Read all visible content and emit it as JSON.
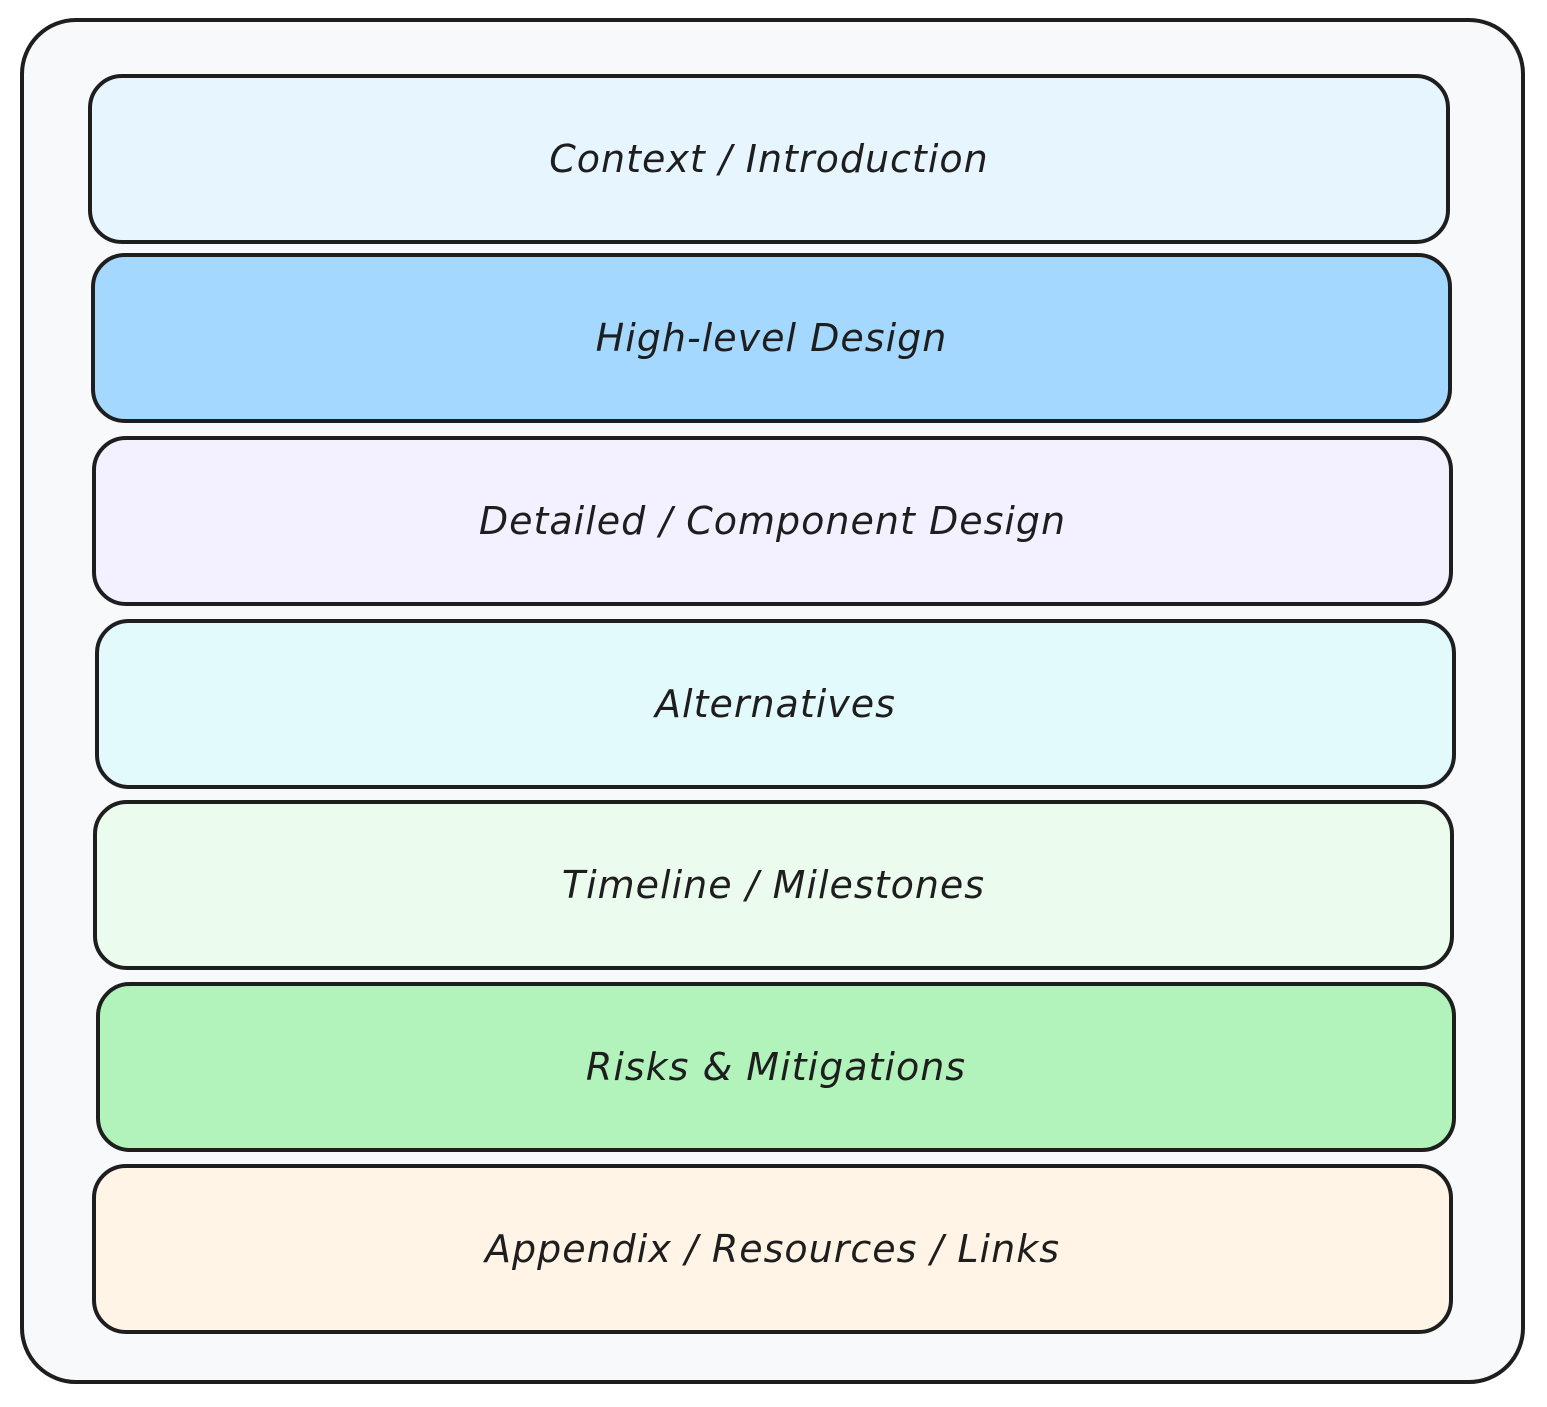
{
  "diagram": {
    "title": "Design document structure",
    "container_color": "#f8f9fa",
    "sections": [
      {
        "label": "Context / Introduction",
        "color": "#e7f5ff"
      },
      {
        "label": "High-level Design",
        "color": "#a5d8ff"
      },
      {
        "label": "Detailed / Component Design",
        "color": "#f3f0ff"
      },
      {
        "label": "Alternatives",
        "color": "#e3fafc"
      },
      {
        "label": "Timeline / Milestones",
        "color": "#ebfbee"
      },
      {
        "label": "Risks & Mitigations",
        "color": "#b2f2bb"
      },
      {
        "label": "Appendix / Resources / Links",
        "color": "#fff4e6"
      }
    ]
  }
}
